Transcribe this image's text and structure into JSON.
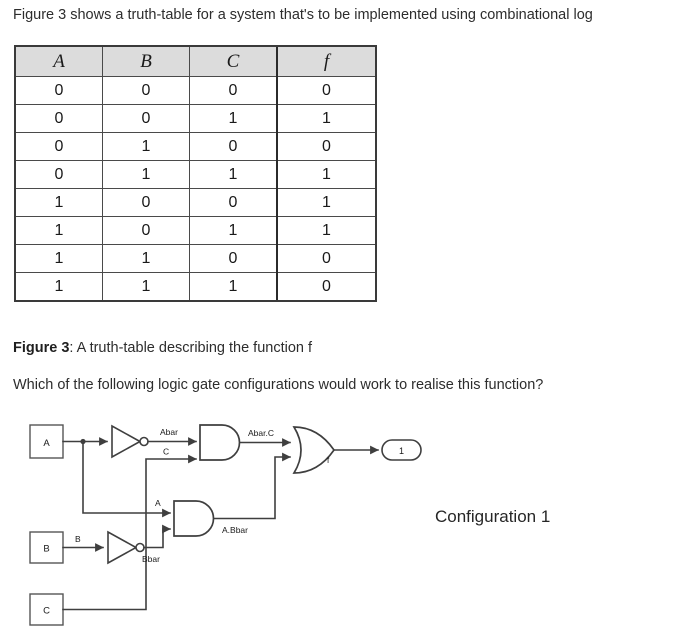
{
  "intro": {
    "text": "Figure 3 shows a truth-table for a system that's to be implemented using combinational log"
  },
  "table": {
    "headers": [
      "A",
      "B",
      "C",
      "f"
    ],
    "rows": [
      [
        "0",
        "0",
        "0",
        "0"
      ],
      [
        "0",
        "0",
        "1",
        "1"
      ],
      [
        "0",
        "1",
        "0",
        "0"
      ],
      [
        "0",
        "1",
        "1",
        "1"
      ],
      [
        "1",
        "0",
        "0",
        "1"
      ],
      [
        "1",
        "0",
        "1",
        "1"
      ],
      [
        "1",
        "1",
        "0",
        "0"
      ],
      [
        "1",
        "1",
        "1",
        "0"
      ]
    ]
  },
  "caption": {
    "bold": "Figure 3",
    "rest": ": A truth-table describing the function f"
  },
  "question": {
    "text": "Which of the following logic gate configurations would work to realise this function?"
  },
  "configuration": {
    "label": "Configuration 1"
  },
  "circuit": {
    "inputs": [
      {
        "name": "input-block-a",
        "label": "A"
      },
      {
        "name": "input-block-b",
        "label": "B"
      },
      {
        "name": "input-block-c",
        "label": "C"
      }
    ],
    "wire_labels": {
      "abar": "Abar",
      "c": "C",
      "a": "A",
      "b": "B",
      "bbar": "Bbar",
      "abar_c": "Abar.C",
      "a_bbar": "A.Bbar",
      "f": "f"
    },
    "output": {
      "label": "1"
    },
    "gates": [
      {
        "name": "not-gate-a",
        "type": "NOT"
      },
      {
        "name": "not-gate-b",
        "type": "NOT"
      },
      {
        "name": "and-gate-top",
        "type": "AND"
      },
      {
        "name": "and-gate-bottom",
        "type": "AND"
      },
      {
        "name": "or-gate",
        "type": "OR"
      }
    ]
  },
  "colors": {
    "background": "#ffffff",
    "text": "#262626",
    "table_header_fill": "#dcdcdc",
    "table_border": "#4a4a4a",
    "wire": "#3f3f3f"
  }
}
